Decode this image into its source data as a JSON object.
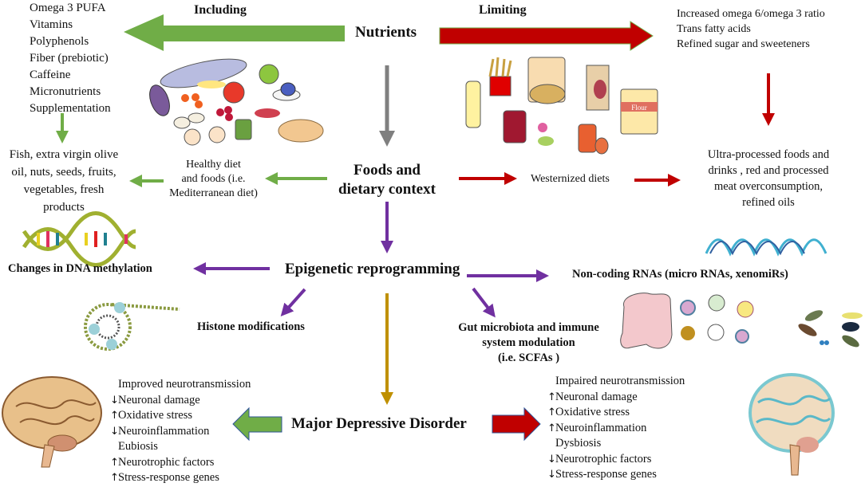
{
  "colors": {
    "green": "#70ad47",
    "red": "#c00000",
    "gray": "#7f7f7f",
    "purple": "#7030a0",
    "gold": "#bf9000"
  },
  "top": {
    "including_label": "Including",
    "limiting_label": "Limiting",
    "nutrients_label": "Nutrients"
  },
  "included_nutrients": [
    "Omega 3 PUFA",
    "Vitamins",
    "Polyphenols",
    "Fiber (prebiotic)",
    "Caffeine",
    "Micronutrients",
    "Supplementation"
  ],
  "limited_nutrients": [
    "Increased omega 6/omega 3 ratio",
    "Trans fatty acids",
    "Refined sugar and sweeteners"
  ],
  "healthy_foods": [
    "Fish, extra virgin olive",
    "oil, nuts, seeds, fruits,",
    "vegetables, fresh",
    "products"
  ],
  "healthy_diet": [
    "Healthy diet",
    "and foods (i.e.",
    "Mediterranean diet)"
  ],
  "foods_context": [
    "Foods and",
    "dietary context"
  ],
  "westernized": "Westernized diets",
  "ultra_processed": [
    "Ultra-processed foods and",
    "drinks , red and processed",
    "meat overconsumption,",
    "refined oils"
  ],
  "illustration": {
    "flour_label": "Flour"
  },
  "epigenetic": {
    "title": "Epigenetic reprogramming",
    "dna_methylation": "Changes in DNA methylation",
    "histone": "Histone modifications",
    "noncoding": "Non-coding RNAs (micro RNAs, xenomiRs)",
    "gut": [
      "Gut microbiota and immune",
      "system modulation",
      "(i.e. SCFAs )"
    ]
  },
  "mdd_label": "Major Depressive Disorder",
  "healthy_outcomes": [
    {
      "dir": "",
      "text": "Improved neurotransmission"
    },
    {
      "dir": "down",
      "text": "Neuronal damage"
    },
    {
      "dir": "up",
      "text": "Oxidative stress"
    },
    {
      "dir": "down",
      "text": "Neuroinflammation"
    },
    {
      "dir": "",
      "text": "Eubiosis"
    },
    {
      "dir": "up",
      "text": "Neurotrophic factors"
    },
    {
      "dir": "up",
      "text": "Stress-response genes"
    }
  ],
  "unhealthy_outcomes": [
    {
      "dir": "",
      "text": "Impaired neurotransmission"
    },
    {
      "dir": "up",
      "text": "Neuronal damage"
    },
    {
      "dir": "up",
      "text": "Oxidative stress"
    },
    {
      "dir": "up",
      "text": "Neuroinflammation"
    },
    {
      "dir": "",
      "text": "Dysbiosis"
    },
    {
      "dir": "down",
      "text": "Neurotrophic factors"
    },
    {
      "dir": "down",
      "text": "Stress-response genes"
    }
  ]
}
